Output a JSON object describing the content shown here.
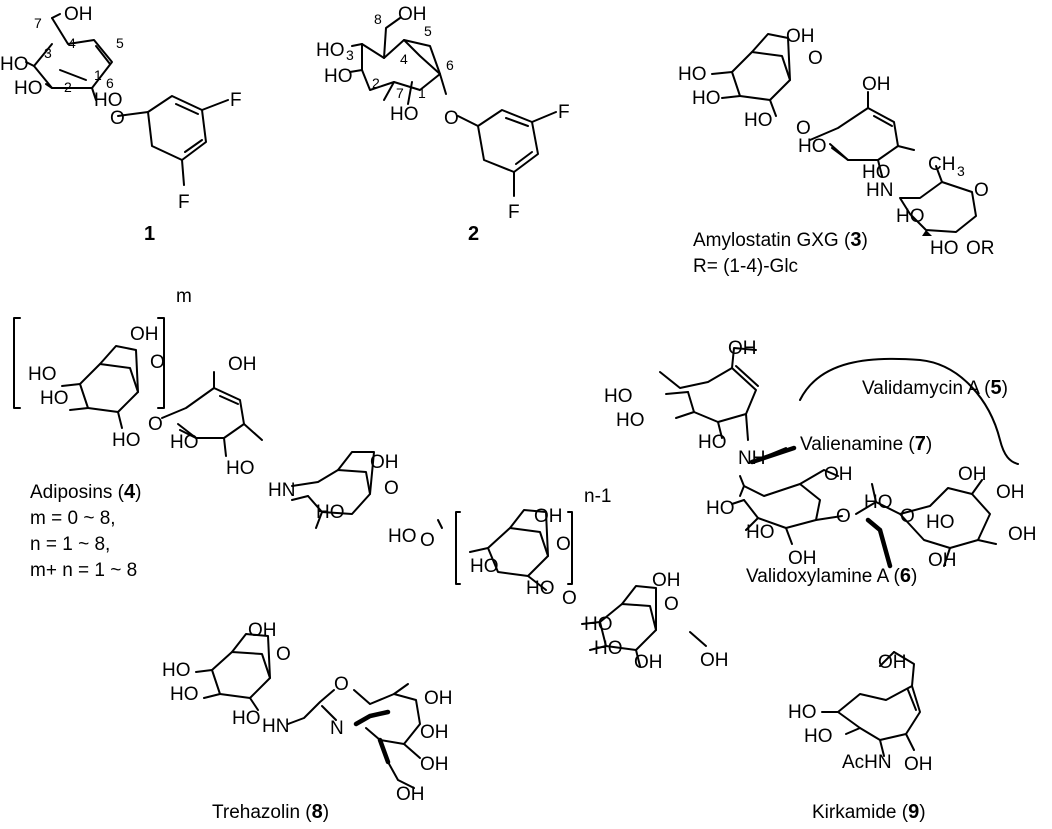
{
  "compounds": [
    {
      "id": "cpd1",
      "number": "1"
    },
    {
      "id": "cpd2",
      "number": "2"
    },
    {
      "id": "cpd3",
      "name": "Amylostatin GXG",
      "number": "3",
      "note": "R= (1-4)-Glc"
    },
    {
      "id": "cpd4",
      "name": "Adiposins",
      "number": "4",
      "conditions": [
        "m = 0 ~ 8,",
        "n = 1 ~ 8,",
        "m+ n = 1 ~ 8"
      ],
      "indices": [
        "m",
        "n-1"
      ]
    },
    {
      "id": "cpd5",
      "name": "Validamycin A",
      "number": "5"
    },
    {
      "id": "cpd6",
      "name": "Validoxylamine A",
      "number": "6"
    },
    {
      "id": "cpd7",
      "name": "Valienamine",
      "number": "7"
    },
    {
      "id": "cpd8",
      "name": "Trehazolin",
      "number": "8"
    },
    {
      "id": "cpd9",
      "name": "Kirkamide",
      "number": "9"
    }
  ],
  "atom_labels": {
    "oh": "OH",
    "ho": "HO",
    "o": "O",
    "f": "F",
    "hn": "HN",
    "nh": "NH",
    "n": "N",
    "r": "R",
    "ch3": "CH",
    "sub3": "3",
    "achn": "AcHN"
  },
  "locants": {
    "c1": "1",
    "c2": "2",
    "c3": "3",
    "c4": "4",
    "c5": "5",
    "c6": "6",
    "c7": "7",
    "c8": "8"
  },
  "punct": {
    "open": " (",
    "close": ")"
  }
}
